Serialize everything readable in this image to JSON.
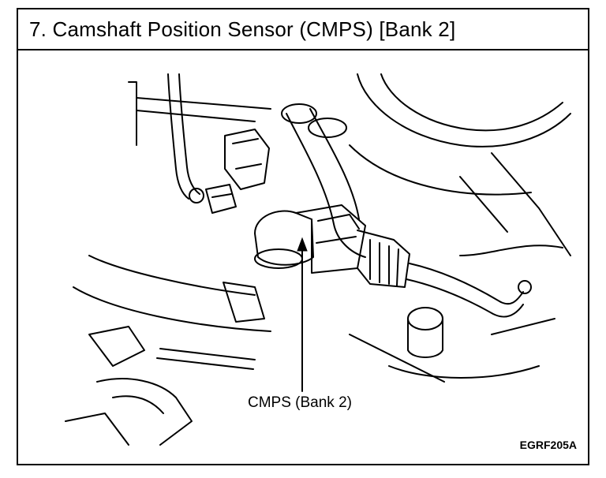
{
  "title": "7. Camshaft Position Sensor (CMPS) [Bank 2]",
  "callout_label": "CMPS (Bank 2)",
  "figure_code": "EGRF205A",
  "colors": {
    "ink": "#000000",
    "paper": "#ffffff"
  }
}
